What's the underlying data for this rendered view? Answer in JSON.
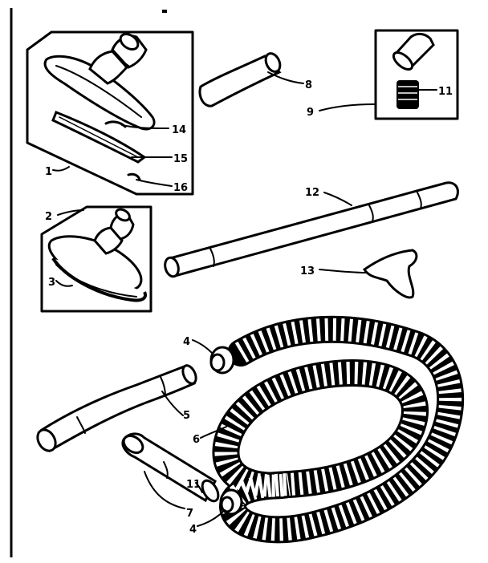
{
  "diagram": {
    "callouts": [
      {
        "id": "c1",
        "label": "1"
      },
      {
        "id": "c2",
        "label": "2"
      },
      {
        "id": "c3",
        "label": "3"
      },
      {
        "id": "c4a",
        "label": "4"
      },
      {
        "id": "c4b",
        "label": "4"
      },
      {
        "id": "c5",
        "label": "5"
      },
      {
        "id": "c6",
        "label": "6"
      },
      {
        "id": "c7",
        "label": "7"
      },
      {
        "id": "c8",
        "label": "8"
      },
      {
        "id": "c9",
        "label": "9"
      },
      {
        "id": "c11a",
        "label": "11"
      },
      {
        "id": "c11b",
        "label": "11"
      },
      {
        "id": "c12",
        "label": "12"
      },
      {
        "id": "c13",
        "label": "13"
      },
      {
        "id": "c14",
        "label": "14"
      },
      {
        "id": "c15",
        "label": "15"
      },
      {
        "id": "c16",
        "label": "16"
      }
    ],
    "parts": [
      "floor-brush-assembly",
      "floor-brush-strip",
      "floor-brush-clip",
      "round-brush-assembly",
      "round-brush-strip",
      "crevice-tool",
      "dusting-brush-adapter",
      "dusting-brush-bristles",
      "extension-wand",
      "upholstery-nozzle",
      "hose-cuff",
      "curved-handle-wand",
      "hose",
      "hose-end-adapter",
      "hose-end-cuff"
    ]
  }
}
